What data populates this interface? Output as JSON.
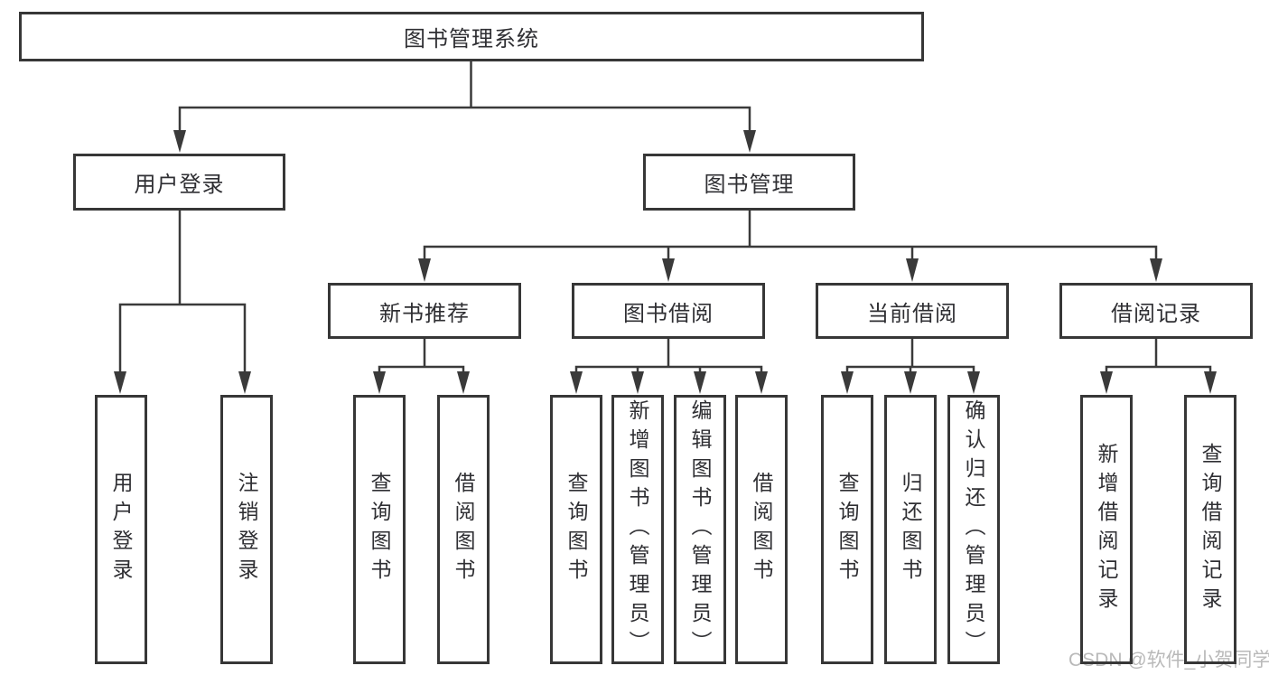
{
  "diagram": {
    "title": "图书管理系统",
    "level2": {
      "user_login": "用户登录",
      "book_mgmt": "图书管理"
    },
    "level3": {
      "new_books": "新书推荐",
      "borrow": "图书借阅",
      "current": "当前借阅",
      "records": "借阅记录"
    },
    "leaves": {
      "user_login": [
        "用户登录",
        "注销登录"
      ],
      "new_books": [
        "查询图书",
        "借阅图书"
      ],
      "borrow": [
        "查询图书",
        "新增图书（管理员）",
        "编辑图书（管理员）",
        "借阅图书"
      ],
      "current": [
        "查询图书",
        "归还图书",
        "确认归还（管理员）"
      ],
      "records": [
        "新增借阅记录",
        "查询借阅记录"
      ]
    },
    "watermark": "CSDN @软件_小贺同学",
    "colors": {
      "line": "#3a3a3a",
      "box_border": "#373737",
      "text": "#2f2f33",
      "watermark": "#b9b9b9",
      "background": "#ffffff"
    }
  }
}
